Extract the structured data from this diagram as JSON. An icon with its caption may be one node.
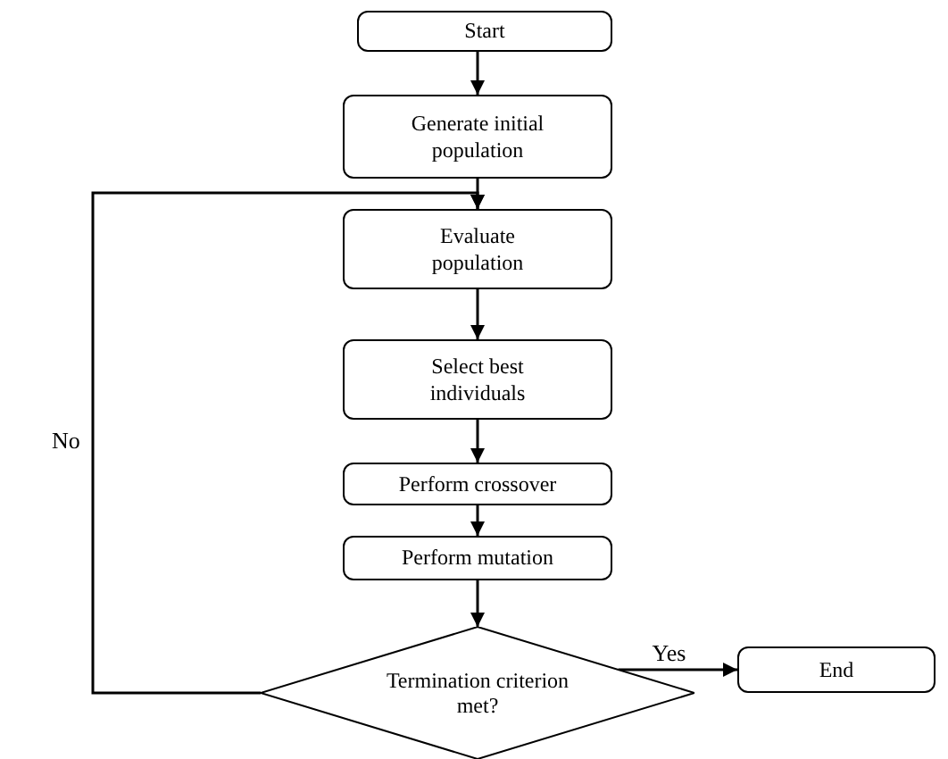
{
  "diagram": {
    "nodes": [
      {
        "text": [
          "Start"
        ]
      },
      {
        "text": [
          "Generate initial population"
        ]
      },
      {
        "text": [
          "Evaluate population"
        ]
      },
      {
        "text": [
          "Select best individuals"
        ]
      },
      {
        "text": [
          "Perform crossover"
        ]
      },
      {
        "text": [
          "Perform mutation"
        ]
      },
      {
        "text": [
          "Termination criterion met?"
        ]
      },
      {
        "text": [
          "End"
        ]
      }
    ],
    "edges": [
      {
        "from": 0,
        "to": 1,
        "arrow": "to"
      },
      {
        "from": 1,
        "to": 2,
        "arrow": "to"
      },
      {
        "from": 2,
        "to": 3,
        "arrow": "to"
      },
      {
        "from": 3,
        "to": 4,
        "arrow": "to"
      },
      {
        "from": 4,
        "to": 5,
        "arrow": "to"
      },
      {
        "from": 5,
        "to": 6,
        "arrow": "to"
      },
      {
        "from": 6,
        "to": 7,
        "label": "Yes",
        "arrow": "to"
      },
      {
        "from": 6,
        "to": 2,
        "label": "No",
        "arrow": "to"
      }
    ]
  }
}
